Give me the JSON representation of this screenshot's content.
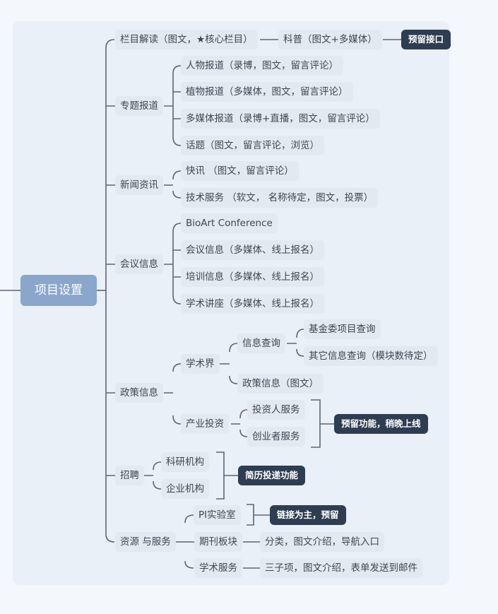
{
  "root": "项目设置",
  "branches": {
    "lanmu": {
      "label": "栏目解读（图文，★核心栏目）",
      "child": "科普（图文+多媒体）",
      "tag": "预留接口"
    },
    "zhuanti": {
      "label": "专题报道",
      "children": [
        "人物报道（录博，图文，留言评论）",
        "植物报道（多媒体，图文，留言评论）",
        "多媒体报道（录博+直播，图文，留言评论）",
        "话题（图文，留言评论，浏览）"
      ]
    },
    "xinwen": {
      "label": "新闻资讯",
      "children": [
        "快讯 （图文，留言评论）",
        "技术服务 （软文， 名称待定，图文，投票）"
      ]
    },
    "huiyi": {
      "label": "会议信息",
      "children": [
        "BioArt Conference",
        "会议信息（多媒体、线上报名）",
        "培训信息（多媒体、线上报名）",
        "学术讲座（多媒体、线上报名）"
      ]
    },
    "zhengce": {
      "label": "政策信息",
      "xueshujie": "学术界",
      "xinxichaxun": "信息查询",
      "query_items": [
        "基金委项目查询",
        "其它信息查询（模块数待定）"
      ],
      "zhengce_xinxi": "政策信息（图文）",
      "chanye": "产业投资",
      "invest_items": [
        "投资人服务",
        "创业者服务"
      ],
      "tag": "预留功能，稍晚上线"
    },
    "zhaopin": {
      "label": "招聘",
      "children": [
        "科研机构",
        "企业机构"
      ],
      "tag": "简历投递功能"
    },
    "ziyuan": {
      "label": "资源 与服务",
      "pi": "PI实验室",
      "pi_tag": "链接为主，预留",
      "qikan": "期刊板块",
      "qikan_desc": "分类，图文介绍，导航入口",
      "xueshu": "学术服务",
      "xueshu_desc": "三子项，图文介绍，表单发送到邮件"
    }
  }
}
